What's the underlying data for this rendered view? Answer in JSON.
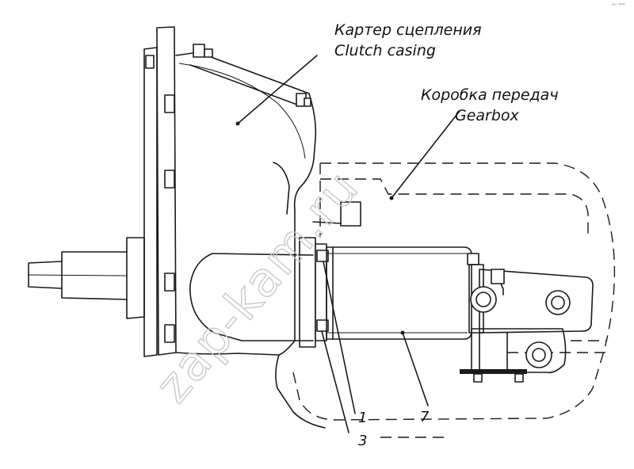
{
  "labels": {
    "clutch_casing_ru": "Картер сцепления",
    "clutch_casing_en": "Clutch casing",
    "gearbox_ru": "Коробка передач",
    "gearbox_en": "Gearbox"
  },
  "callouts": {
    "n1": "1",
    "n3": "3",
    "n7": "7"
  },
  "watermark": "zap-kam.ru",
  "corner_mark": "ᵖᵒ ⁰⁰⁰"
}
